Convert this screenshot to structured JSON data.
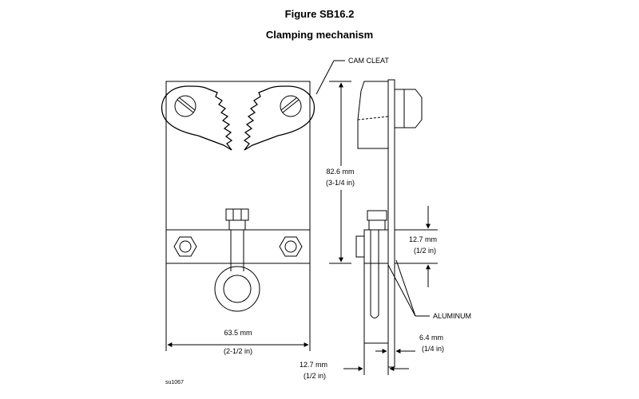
{
  "figure": {
    "title": "Figure SB16.2",
    "subtitle": "Clamping mechanism"
  },
  "callouts": {
    "cam_cleat": "CAM CLEAT",
    "aluminum": "ALUMINUM"
  },
  "dimensions": {
    "height_mm": "82.6 mm",
    "height_in": "(3-1/4 in)",
    "bar_mm": "12.7 mm",
    "bar_in": "(1/2 in)",
    "width_mm": "63.5 mm",
    "width_in": "(2-1/2 in)",
    "plate_mm": "6.4 mm",
    "plate_in": "(1/4 in)",
    "bottom_mm": "12.7 mm",
    "bottom_in": "(1/2 in)"
  },
  "drawing_id": "su1067"
}
